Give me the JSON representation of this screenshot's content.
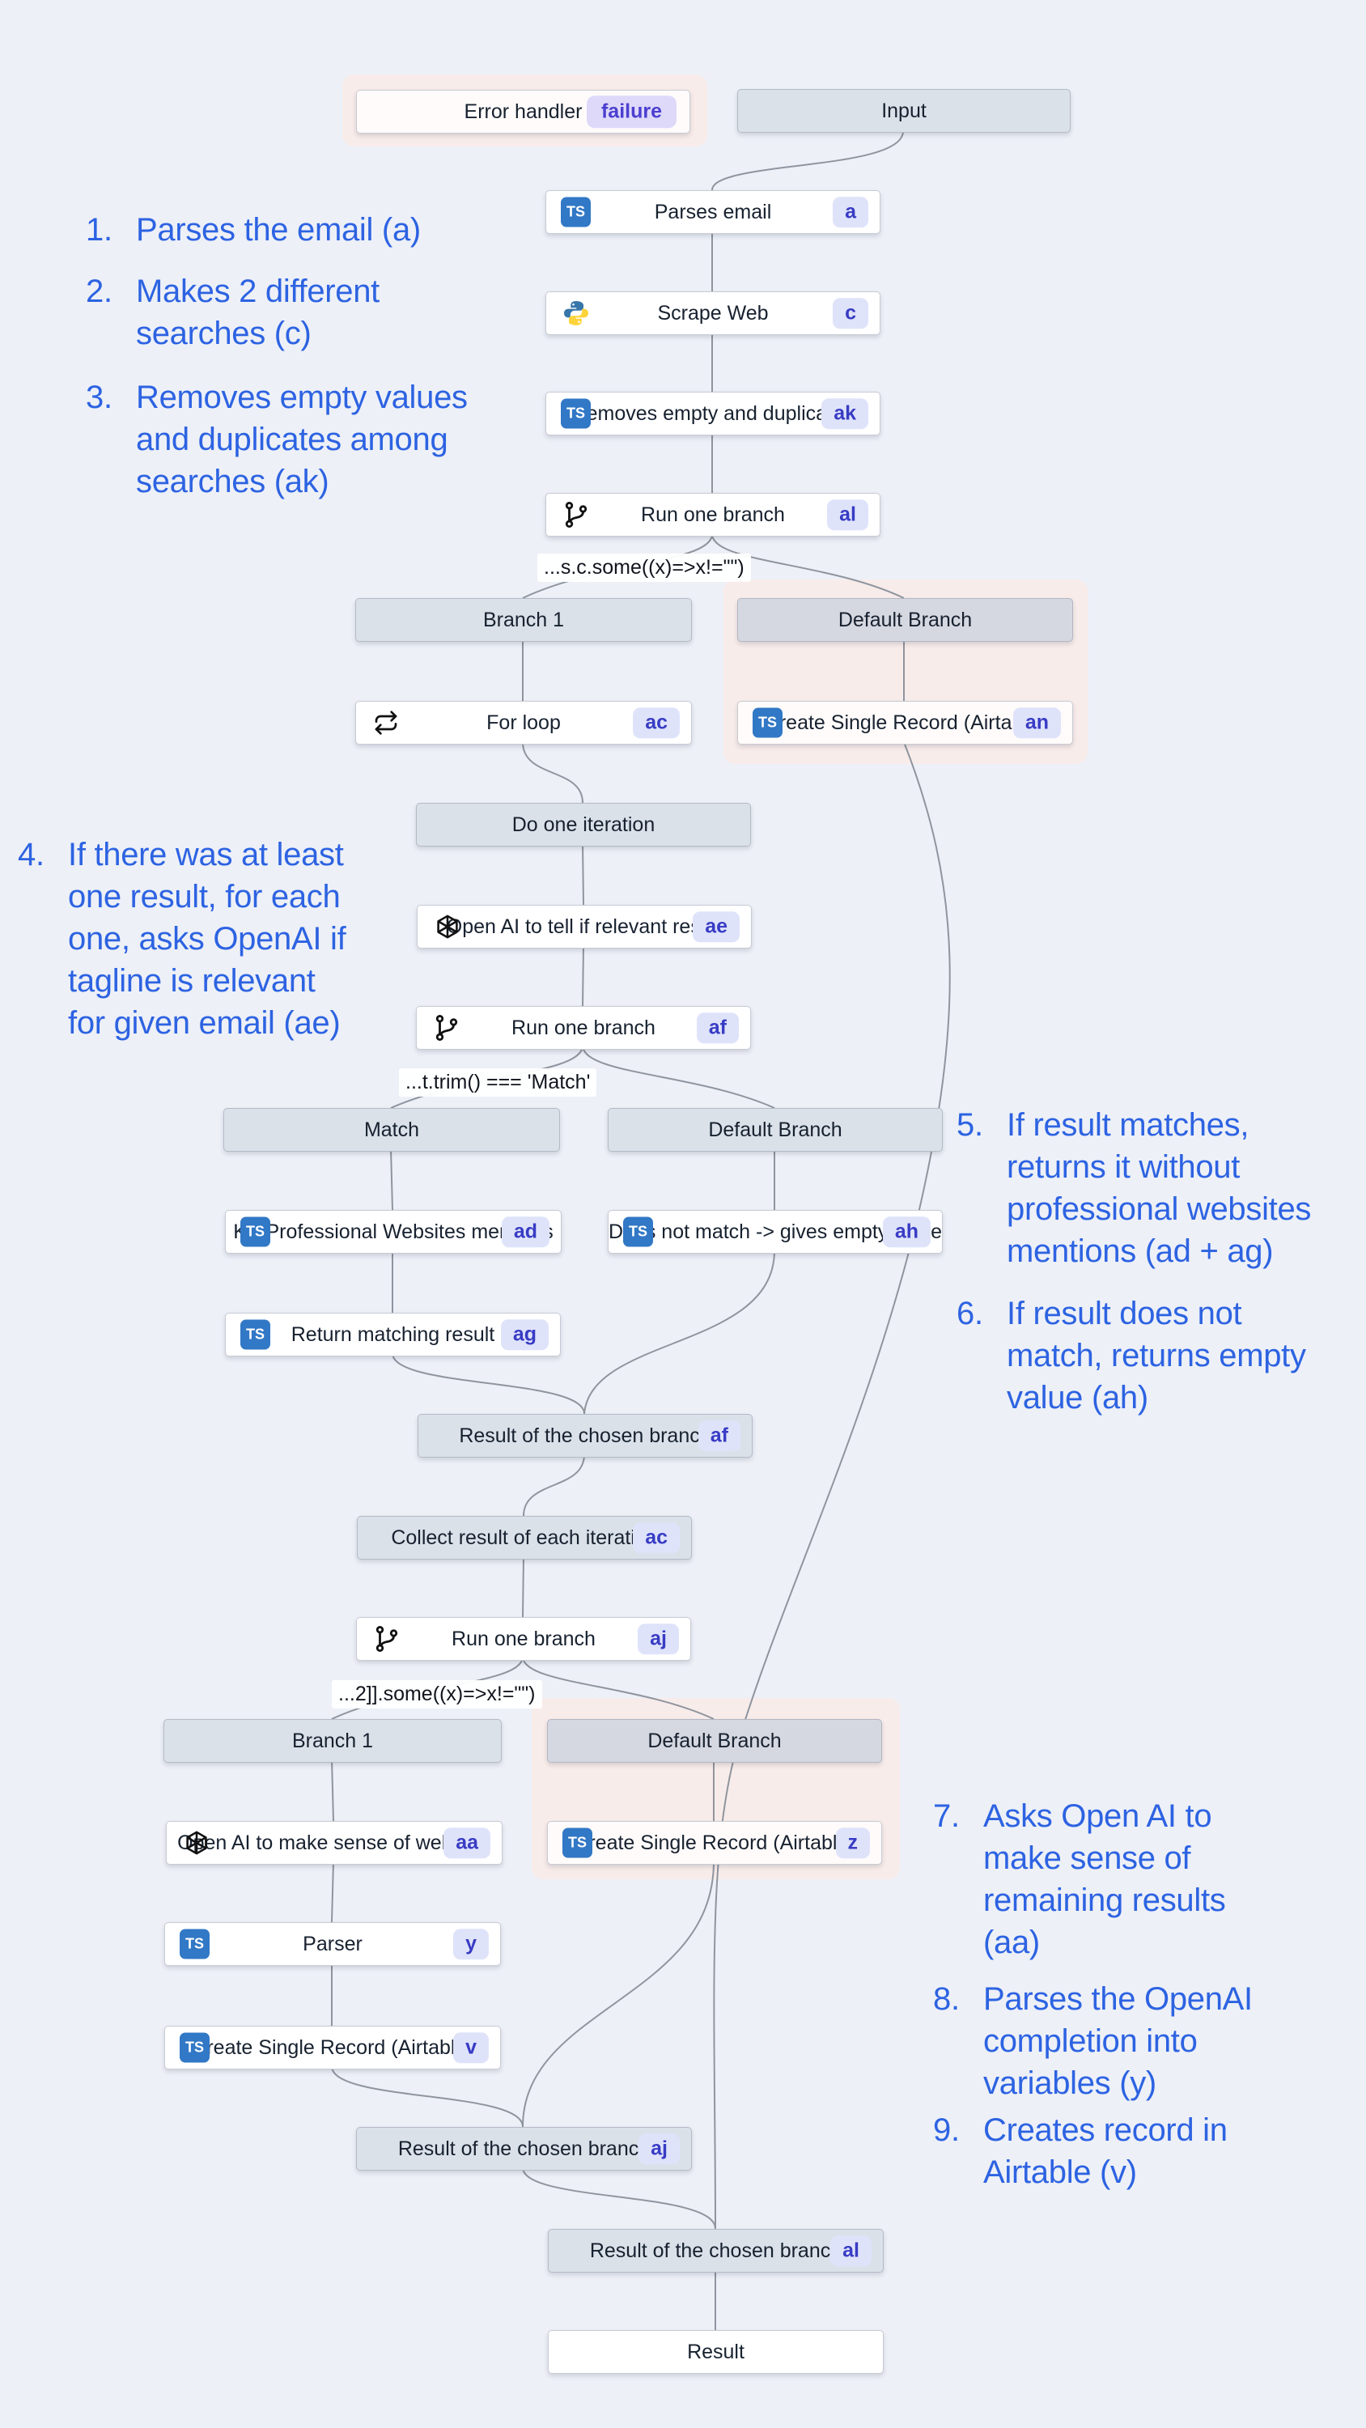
{
  "canvas": {
    "background_color": "#edf0f7",
    "annotation_color": "#2d63e2",
    "pink_zone_color": "#f8ecea",
    "accent_badge_bg": "#dfe3fa",
    "accent_badge_text": "#383cc4"
  },
  "nodes": {
    "error_handler": {
      "label": "Error handler",
      "badge": "failure"
    },
    "input": {
      "label": "Input"
    },
    "parses_email": {
      "label": "Parses email",
      "badge": "a",
      "icon": "typescript-icon"
    },
    "scrape_web": {
      "label": "Scrape Web",
      "badge": "c",
      "icon": "python-icon"
    },
    "removes_empty": {
      "label": "Removes empty and duplicates",
      "badge": "ak",
      "icon": "typescript-icon"
    },
    "run_one_branch_al": {
      "label": "Run one branch",
      "badge": "al",
      "icon": "branch-icon"
    },
    "branch1_top": {
      "label": "Branch 1"
    },
    "default_branch_top": {
      "label": "Default Branch"
    },
    "for_loop": {
      "label": "For loop",
      "badge": "ac",
      "icon": "loop-icon"
    },
    "create_record_an": {
      "label": "Create Single Record (Airtable)",
      "badge": "an",
      "icon": "typescript-icon"
    },
    "do_one_iteration": {
      "label": "Do one iteration"
    },
    "openai_relevant": {
      "label": "Open AI to tell if relevant result",
      "badge": "ae",
      "icon": "openai-icon"
    },
    "run_one_branch_af": {
      "label": "Run one branch",
      "badge": "af",
      "icon": "branch-icon"
    },
    "match_branch": {
      "label": "Match"
    },
    "default_branch_mid": {
      "label": "Default Branch"
    },
    "kill_mentions": {
      "label": "Kill Professional Websites mentions",
      "badge": "ad",
      "icon": "typescript-icon"
    },
    "does_not_match": {
      "label": "Does not match -> gives empty value",
      "badge": "ah",
      "icon": "typescript-icon"
    },
    "return_matching": {
      "label": "Return matching result",
      "badge": "ag",
      "icon": "typescript-icon"
    },
    "result_branch_af": {
      "label": "Result of the chosen branch",
      "badge": "af"
    },
    "collect_results": {
      "label": "Collect result of each iteration",
      "badge": "ac"
    },
    "run_one_branch_aj": {
      "label": "Run one branch",
      "badge": "aj",
      "icon": "branch-icon"
    },
    "branch1_bottom": {
      "label": "Branch 1"
    },
    "default_branch_bottom": {
      "label": "Default Branch"
    },
    "openai_web_info": {
      "label": "Open AI to make sense of web info",
      "badge": "aa",
      "icon": "openai-icon"
    },
    "create_record_z": {
      "label": "Create Single Record (Airtable)",
      "badge": "z",
      "icon": "typescript-icon"
    },
    "parser": {
      "label": "Parser",
      "badge": "y",
      "icon": "typescript-icon"
    },
    "create_record_v": {
      "label": "Create Single Record (Airtable)",
      "badge": "v",
      "icon": "typescript-icon"
    },
    "result_branch_aj": {
      "label": "Result of the chosen branch",
      "badge": "aj"
    },
    "result_branch_al": {
      "label": "Result of the chosen branch",
      "badge": "al"
    },
    "result": {
      "label": "Result"
    }
  },
  "conditions": {
    "some_searches": "...s.c.some((x)=>x!=\"\")",
    "trim_match": "...t.trim() === 'Match'",
    "some_results": "...2]].some((x)=>x!=\"\")"
  },
  "annotations": [
    {
      "number": "1.",
      "text": "Parses the email (a)"
    },
    {
      "number": "2.",
      "text": "Makes 2 different\nsearches (c)"
    },
    {
      "number": "3.",
      "text": "Removes empty values\nand duplicates among\nsearches (ak)"
    },
    {
      "number": "4.",
      "text": "If there was at least\none result, for each\none, asks OpenAI if\ntagline is relevant\nfor given email (ae)"
    },
    {
      "number": "5.",
      "text": "If result matches,\nreturns it without\nprofessional websites\nmentions (ad + ag)"
    },
    {
      "number": "6.",
      "text": "If result does not\nmatch, returns empty\nvalue (ah)"
    },
    {
      "number": "7.",
      "text": "Asks Open AI to\nmake sense of\nremaining results\n(aa)"
    },
    {
      "number": "8.",
      "text": "Parses the OpenAI\ncompletion into\nvariables (y)"
    },
    {
      "number": "9.",
      "text": "Creates record in\nAirtable (v)"
    }
  ]
}
